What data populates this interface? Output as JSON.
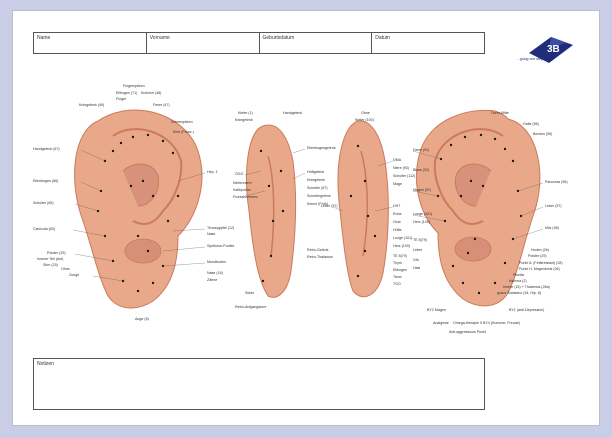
{
  "header": {
    "fields": [
      "Name",
      "Vorname",
      "Geburtsdatum",
      "Datum"
    ]
  },
  "brand": {
    "logo_text": "3B",
    "tagline": "...going one step further",
    "color": "#1f2d7a"
  },
  "notes": {
    "label": "Notizen"
  },
  "colors": {
    "skin": "#e9a889",
    "skin_dark": "#c97b5c",
    "point": "#1a1a1a",
    "frame": "#c9cde6"
  },
  "left_ear_labels": {
    "left": [
      "Fingerspitzen",
      "Ellbogen (71)",
      "Finger",
      "Kniegelenk (49)",
      "Handgelenk (67)",
      "Ellenbogen (66)",
      "Schulter (65)",
      "Clavicula (63)",
      "Polster (29)",
      "Innerer Teil (Ast)",
      "Stirn (33)",
      "Ohne",
      "Zunge"
    ],
    "top": [
      "Knöchel (48)",
      "Ferse (47)",
      "Zehenspitzen",
      "Knie (Franz.)"
    ],
    "right": [
      "Hep. 1",
      "Thoraxgipfel (12)",
      "Nase",
      "Synthese-Punkte",
      "Mundboden",
      "Nase (16)",
      "Zähne"
    ],
    "bottom": [
      "Auge (8)"
    ]
  },
  "center_labels": {
    "front_left": [
      "Kiefer (1)",
      "Kniegelenk",
      "ÖGG",
      "Nebenniere",
      "Kallbpolder",
      "Frontalschmerz",
      "Sohle",
      "Retro-Aufgangstore"
    ],
    "front_right": [
      "Handgelenk",
      "Ellenbogengelenk",
      "Hüftgelenk",
      "Kniegelenk",
      "Schulter (67)",
      "Schultergelenk",
      "Keime (Früh)",
      "Retro-Gelenk",
      "Retro-Thalamus"
    ],
    "back_left": [
      "Ohne",
      "Kiefer (100)",
      "OMA",
      "Niere (93)",
      "Schulter (112)",
      "Mage",
      "Leber (97)",
      "ÜHT",
      "Ruhe",
      "Ovar",
      "Hüfte"
    ],
    "back_right": [
      "Lunge (101)",
      "Herz (100)",
      "TE 8(79)",
      "Thym",
      "Ellbogen",
      "Tierw",
      "TGO"
    ]
  },
  "right_ear_labels": {
    "top": [
      "Darm-Mitte",
      "Galle (56)",
      "Becken (55)"
    ],
    "left": [
      "Darm (91)",
      "Blase (92)",
      "Magen (87)",
      "Lunge (101)",
      "Herz (100)",
      "TE 8(79)",
      "Leber",
      "24s",
      "Hals"
    ],
    "right": [
      "Pancreas (96)",
      "Leber (97)",
      "Milz (98)",
      "Hoden (2b)",
      "Polster (29)",
      "Punkt 8. (Fettkreislauf) (28)",
      "Punkt H. Magenkreis (26)",
      "Pituitär",
      "Asthma (2)",
      "Innere (15) + Thalamus (26a)",
      "graue Substanz (34, Hip. 8)"
    ],
    "bottom": [
      "BY2 Magen",
      "Analgesie",
      "Omega-therapie II",
      "Anti-aggressions Punkt",
      "BY4 (Kummer, Freude)",
      "BY1 (anti-Depression)"
    ]
  }
}
